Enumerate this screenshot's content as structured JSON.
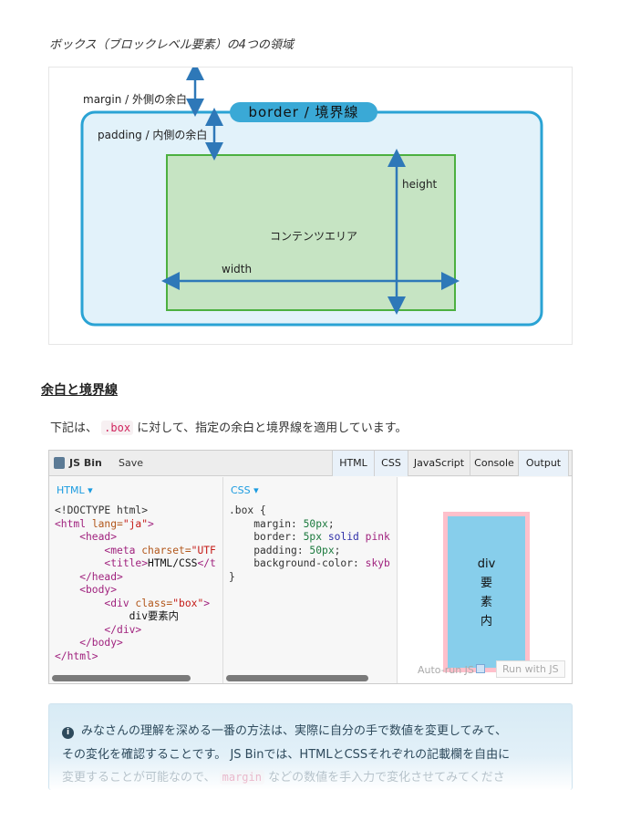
{
  "caption": "ボックス（ブロックレベル要素）の4つの領域",
  "diagram": {
    "margin_label": "margin / 外側の余白",
    "border_label": "border / 境界線",
    "padding_label": "padding / 内側の余白",
    "height_label": "height",
    "width_label": "width",
    "content_label": "コンテンツエリア"
  },
  "section": {
    "title": "余白と境界線",
    "intro_before": "下記は、",
    "intro_code": ".box",
    "intro_after": "に対して、指定の余白と境界線を適用しています。"
  },
  "jsbin": {
    "logo": "JS Bin",
    "save": "Save",
    "tabs": [
      "HTML",
      "CSS",
      "JavaScript",
      "Console",
      "Output"
    ],
    "html_label": "HTML ▾",
    "css_label": "CSS ▾",
    "html_code": [
      [
        "<!DOCTYPE html>"
      ],
      [
        "<html ",
        "lang=",
        "\"ja\"",
        ">"
      ],
      [
        "    <head>"
      ],
      [
        "        <meta ",
        "charset=",
        "\"UTF"
      ],
      [
        "        <title>",
        "HTML/CSS",
        "</t"
      ],
      [
        "    </head>"
      ],
      [
        "    <body>"
      ],
      [
        "        <div ",
        "class=",
        "\"box\"",
        ">"
      ],
      [
        "            div要素内"
      ],
      [
        "        </div>"
      ],
      [
        "    </body>"
      ],
      [
        "</html>"
      ]
    ],
    "css_code": {
      "selector": ".box {",
      "p1": "    margin: ",
      "v1": "50px",
      "p2": "    border: ",
      "v2a": "5px ",
      "v2b": "solid ",
      "v2c": "pink",
      "p3": "    padding: ",
      "v3": "50px",
      "p4": "    background-color: ",
      "v4": "skyb",
      "close": "}"
    },
    "preview_text": [
      "div",
      "要",
      "素",
      "内"
    ],
    "autorun": "Auto-run JS",
    "run": "Run with JS"
  },
  "info": {
    "line1": "みなさんの理解を深める一番の方法は、実際に自分の手で数値を変更してみて、",
    "line2": "その変化を確認することです。 JS Binでは、HTMLとCSSそれぞれの記載欄を自由に",
    "line3_before": "変更することが可能なので、",
    "line3_code": "margin",
    "line3_after": "などの数値を手入力で変化させてみてくださ"
  },
  "colors": {
    "border_blue": "#2aa3d4",
    "content_green": "#4cb040",
    "accent": "#1a9be0",
    "pink": "#ffc0cb",
    "skyblue": "#87ceeb"
  }
}
